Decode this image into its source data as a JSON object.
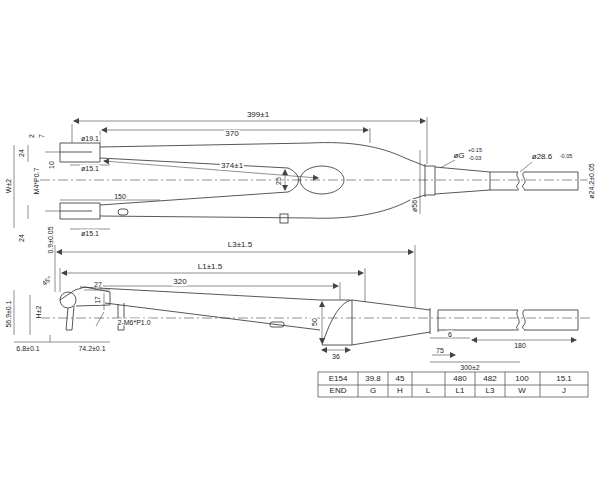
{
  "diagram": {
    "labels": [
      "399±1",
      "370",
      "ø19.1",
      "2",
      "7",
      "24",
      "10",
      "M4*P0.7",
      "W±2",
      "374±1",
      "25",
      "ø15.1",
      "150",
      "øG",
      "+0.15",
      "-0.03",
      "ø28.6",
      "-0.05",
      "ø24.2±0.05",
      "ø56",
      "ø15.1",
      "24",
      "0.9±0.05",
      "L3±1.5",
      "L1±1.5",
      "320",
      "45°",
      "27",
      "17",
      "56.9±0.1",
      "H±2",
      "2-M6*P1.0",
      "50",
      "36",
      "6",
      "75",
      "300±2",
      "180",
      "6.8±0.1",
      "74.2±0.1",
      "E154",
      "39.8",
      "45",
      "480",
      "482",
      "100",
      "15.1",
      "END",
      "G",
      "H",
      "L",
      "L1",
      "L3",
      "W",
      "J"
    ]
  }
}
